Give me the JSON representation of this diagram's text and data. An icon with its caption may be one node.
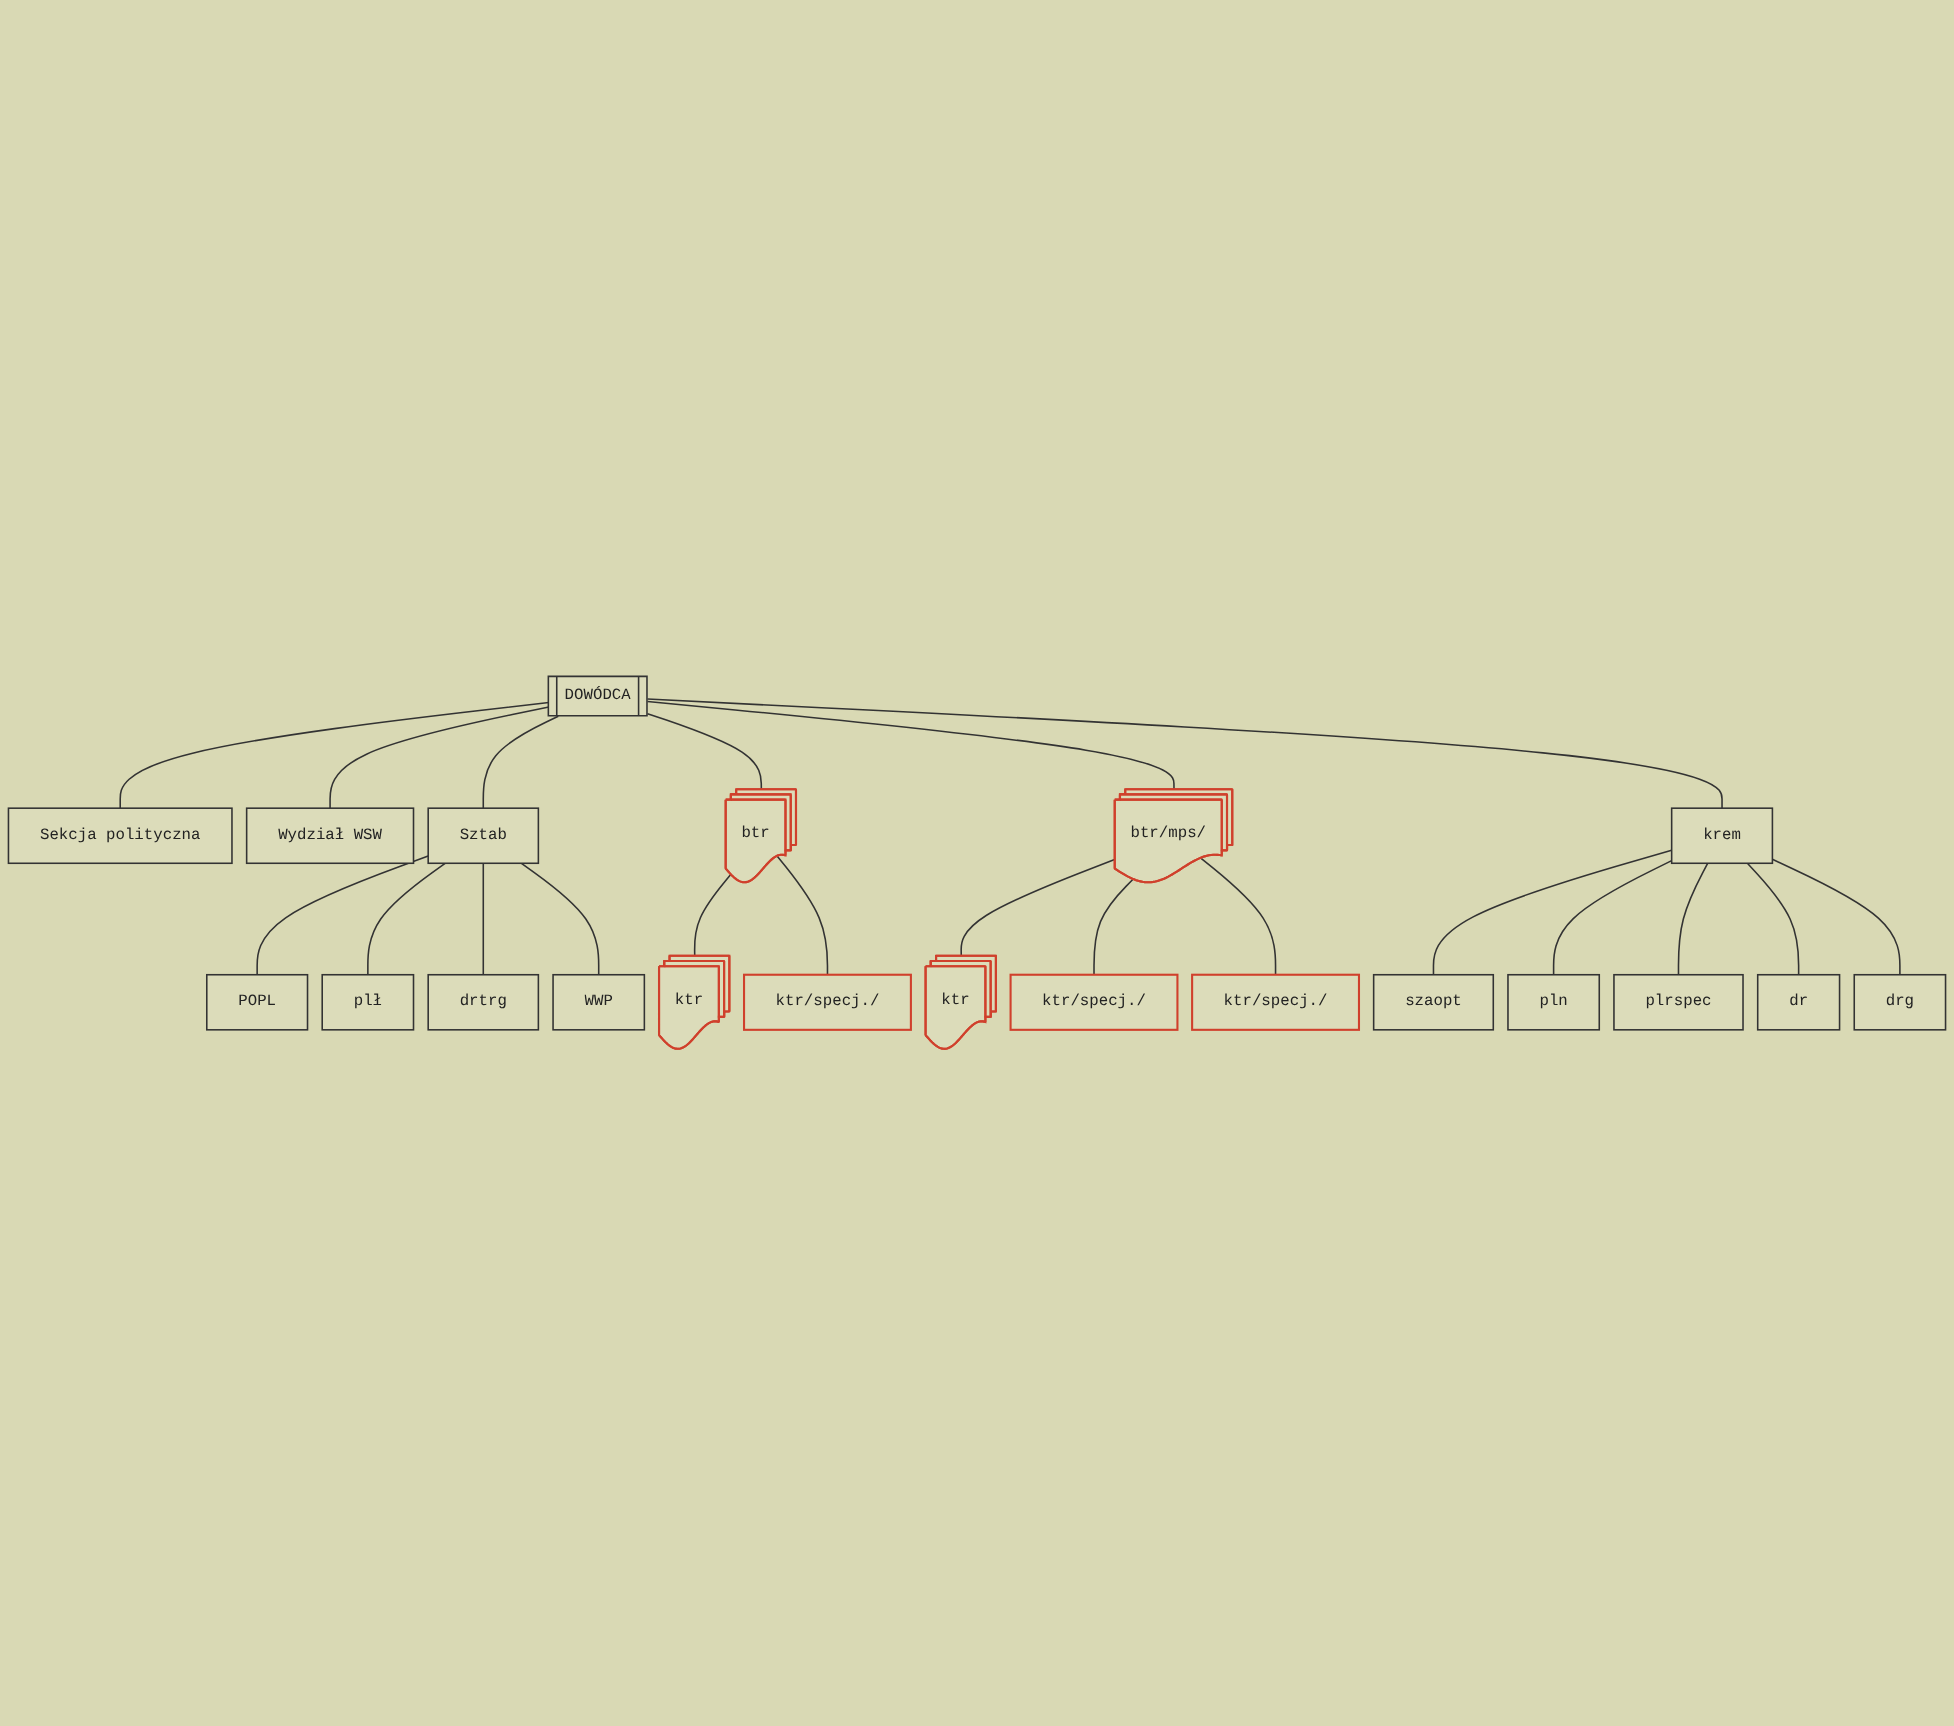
{
  "diagram": {
    "nodes": [
      {
        "text": [
          "DOWÓDCA"
        ]
      },
      {
        "text": [
          "Sekcja polityczna"
        ]
      },
      {
        "text": [
          "Wydział WSW"
        ]
      },
      {
        "text": [
          "Sztab"
        ]
      },
      {
        "text": [
          "btr"
        ]
      },
      {
        "text": [
          "btr/mps/"
        ]
      },
      {
        "text": [
          "krem"
        ]
      },
      {
        "text": [
          "ktr"
        ]
      },
      {
        "text": [
          "ktr/specj./"
        ]
      },
      {
        "text": [
          "ktr"
        ]
      },
      {
        "text": [
          "ktr/specj./"
        ]
      },
      {
        "text": [
          "ktr/specj./"
        ]
      },
      {
        "text": [
          "szaopt"
        ]
      },
      {
        "text": [
          "pln"
        ]
      },
      {
        "text": [
          "plrspec"
        ]
      },
      {
        "text": [
          "dr"
        ]
      },
      {
        "text": [
          "drg"
        ]
      },
      {
        "text": [
          "POPL"
        ]
      },
      {
        "text": [
          "plł"
        ]
      },
      {
        "text": [
          "drtrg"
        ]
      },
      {
        "text": [
          "WWP"
        ]
      }
    ],
    "edges": [
      {
        "from": 0,
        "to": 1,
        "arrow": "none"
      },
      {
        "from": 0,
        "to": 2,
        "arrow": "none"
      },
      {
        "from": 0,
        "to": 3,
        "arrow": "none"
      },
      {
        "from": 0,
        "to": 4,
        "arrow": "none"
      },
      {
        "from": 0,
        "to": 5,
        "arrow": "none"
      },
      {
        "from": 0,
        "to": 6,
        "arrow": "none"
      },
      {
        "from": 4,
        "to": 7,
        "arrow": "none"
      },
      {
        "from": 4,
        "to": 8,
        "arrow": "none"
      },
      {
        "from": 5,
        "to": 9,
        "arrow": "none"
      },
      {
        "from": 5,
        "to": 10,
        "arrow": "none"
      },
      {
        "from": 5,
        "to": 11,
        "arrow": "none"
      },
      {
        "from": 6,
        "to": 12,
        "arrow": "none"
      },
      {
        "from": 6,
        "to": 13,
        "arrow": "none"
      },
      {
        "from": 6,
        "to": 14,
        "arrow": "none"
      },
      {
        "from": 6,
        "to": 15,
        "arrow": "none"
      },
      {
        "from": 6,
        "to": 16,
        "arrow": "none"
      },
      {
        "from": 3,
        "to": 17,
        "arrow": "none"
      },
      {
        "from": 3,
        "to": 18,
        "arrow": "none"
      },
      {
        "from": 3,
        "to": 19,
        "arrow": "none"
      },
      {
        "from": 3,
        "to": 20,
        "arrow": "none"
      }
    ]
  }
}
